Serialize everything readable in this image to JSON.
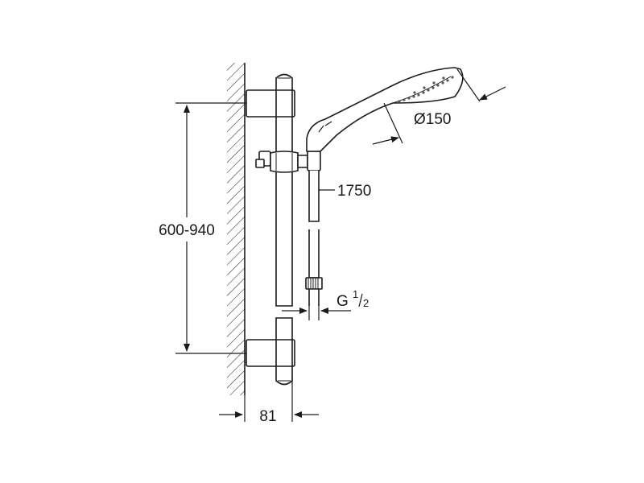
{
  "dimensions": {
    "bar_spacing": "600-940",
    "shower_head_diameter": "Ø150",
    "hose_length": "1750",
    "thread_label": "G",
    "thread_num": "1",
    "thread_den": "2",
    "wall_offset": "81"
  },
  "colors": {
    "line": "#1a1a1a",
    "paper": "#ffffff",
    "nozzle": "#555555"
  }
}
